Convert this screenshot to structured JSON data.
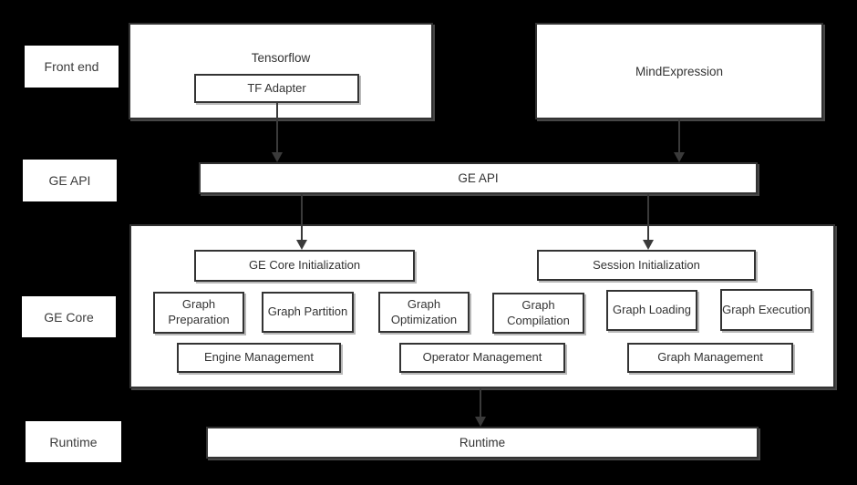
{
  "colors": {
    "background": "#000000",
    "box_fill": "#ffffff",
    "border": "#333333",
    "text": "#333333"
  },
  "layers": {
    "front_end": "Front end",
    "ge_api": "GE API",
    "ge_core": "GE Core",
    "runtime": "Runtime"
  },
  "front_end": {
    "tensorflow": "Tensorflow",
    "tf_adapter": "TF Adapter",
    "mind_expression": "MindExpression"
  },
  "ge_api": {
    "bar": "GE API"
  },
  "ge_core": {
    "ge_core_initialization": "GE Core Initialization",
    "session_initialization": "Session Initialization",
    "function_boxes": [
      "Graph Preparation",
      "Graph Partition",
      "Graph Optimization",
      "Graph Compilation",
      "Graph Loading",
      "Graph Execution"
    ],
    "management_boxes": [
      "Engine Management",
      "Operator Management",
      "Graph Management"
    ]
  },
  "runtime": {
    "bar": "Runtime"
  }
}
